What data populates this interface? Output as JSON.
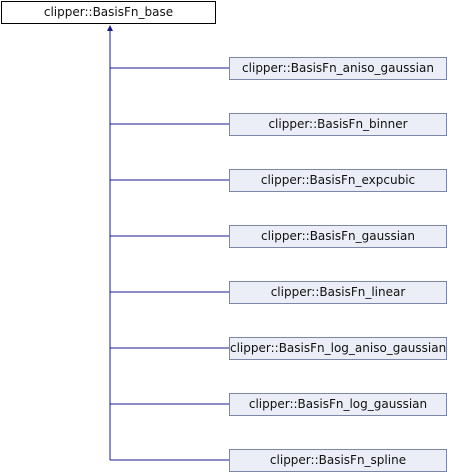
{
  "diagram": {
    "base_class": "clipper::BasisFn_base",
    "derived_classes": [
      "clipper::BasisFn_aniso_gaussian",
      "clipper::BasisFn_binner",
      "clipper::BasisFn_expcubic",
      "clipper::BasisFn_gaussian",
      "clipper::BasisFn_linear",
      "clipper::BasisFn_log_aniso_gaussian",
      "clipper::BasisFn_log_gaussian",
      "clipper::BasisFn_spline"
    ],
    "colors": {
      "edge": "#1a1a8c",
      "child_fill": "#ebeef7",
      "child_border": "#7b86a8",
      "base_border": "#000000"
    }
  }
}
